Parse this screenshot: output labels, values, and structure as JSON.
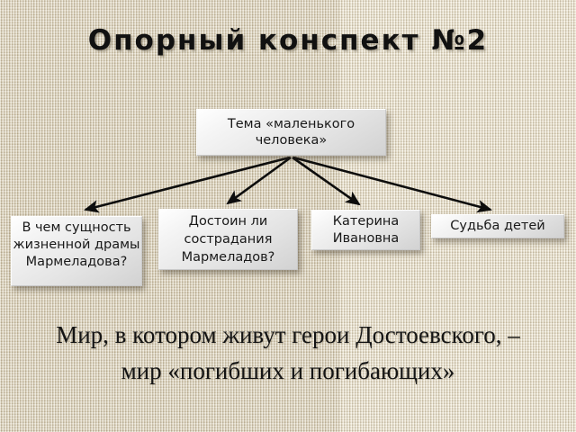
{
  "slide": {
    "title": "Опорный конспект №2",
    "background_color": "#ded6c2",
    "background_texture": "linen-burlap-weave",
    "text_color": "#111111"
  },
  "diagram": {
    "root": {
      "label": "Тема «маленького человека»"
    },
    "branches": [
      {
        "label": "В чем сущность жизненной драмы Мармеладова?"
      },
      {
        "label": "Достоин ли сострадания Мармеладов?"
      },
      {
        "label": "Катерина Ивановна"
      },
      {
        "label": "Судьба детей"
      }
    ],
    "connector": {
      "style": "arrow",
      "color": "#0d0d0d",
      "count": 4,
      "origin": "root-bottom-center"
    },
    "node_style": {
      "fill_light": "#ffffff",
      "fill_dark": "#d2d2d2",
      "border_color": "#c9c9c9",
      "shadow_color": "rgba(60,50,35,0.42)"
    }
  },
  "caption": {
    "text": "Мир, в котором живут герои Достоевского, – мир «погибших и погибающих»"
  }
}
